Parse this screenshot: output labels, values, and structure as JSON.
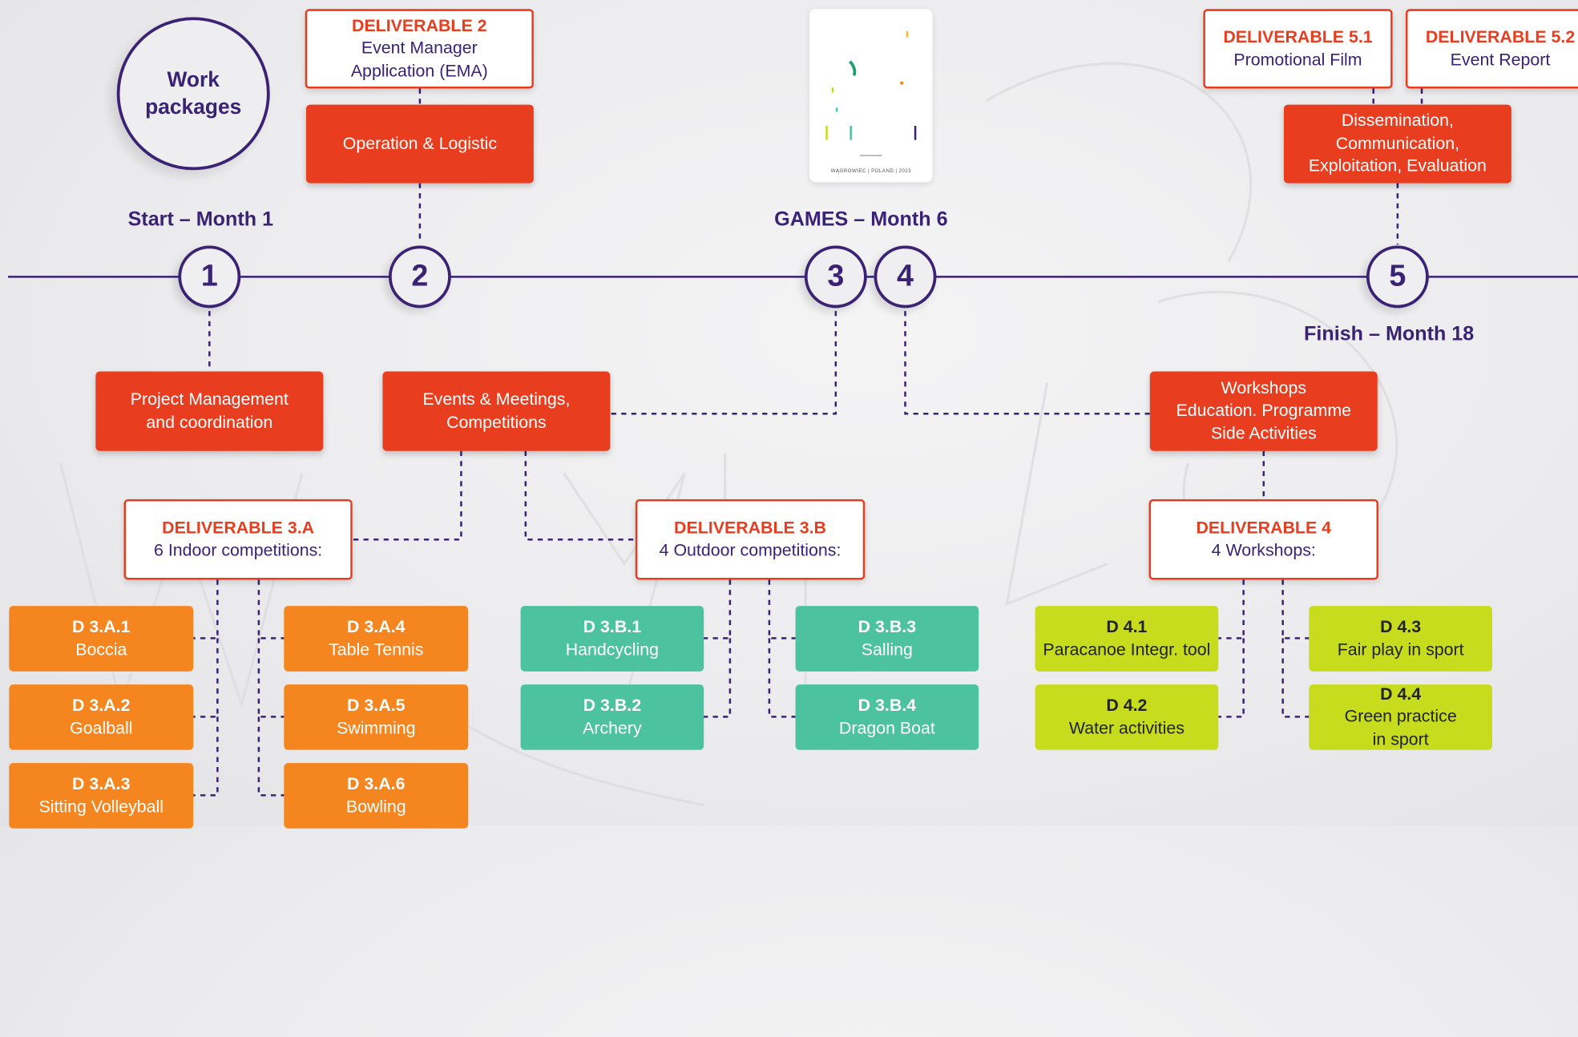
{
  "work_packages": {
    "line1": "Work",
    "line2": "packages"
  },
  "timeline": {
    "start_label": "Start – Month 1",
    "games_label": "GAMES – Month 6",
    "finish_label": "Finish – Month 18",
    "milestones": [
      "1",
      "2",
      "3",
      "4",
      "5"
    ]
  },
  "logo": {
    "caption": "WĄGROWIEC | POLAND | 2023"
  },
  "packages": {
    "operation": "Operation & Logistic",
    "project_mgmt": [
      "Project Management",
      "and coordination"
    ],
    "events": [
      "Events & Meetings,",
      "Competitions"
    ],
    "workshops": [
      "Workshops",
      "Education. Programme",
      "Side Activities"
    ],
    "dissemination": [
      "Dissemination,",
      "Communication,",
      "Exploitation, Evaluation"
    ]
  },
  "deliverables": {
    "d2": {
      "title": "DELIVERABLE 2",
      "lines": [
        "Event Manager",
        "Application (EMA)"
      ]
    },
    "d51": {
      "title": "DELIVERABLE 5.1",
      "lines": [
        "Promotional Film"
      ]
    },
    "d52": {
      "title": "DELIVERABLE 5.2",
      "lines": [
        "Event Report"
      ]
    },
    "d3a": {
      "title": "DELIVERABLE 3.A",
      "lines": [
        "6 Indoor competitions:"
      ]
    },
    "d3b": {
      "title": "DELIVERABLE 3.B",
      "lines": [
        "4 Outdoor competitions:"
      ]
    },
    "d4": {
      "title": "DELIVERABLE 4",
      "lines": [
        "4 Workshops:"
      ]
    }
  },
  "indoor": [
    {
      "code": "D 3.A.1",
      "name": "Boccia"
    },
    {
      "code": "D 3.A.2",
      "name": "Goalball"
    },
    {
      "code": "D 3.A.3",
      "name": "Sitting Volleyball"
    },
    {
      "code": "D 3.A.4",
      "name": "Table Tennis"
    },
    {
      "code": "D 3.A.5",
      "name": "Swimming"
    },
    {
      "code": "D 3.A.6",
      "name": "Bowling"
    }
  ],
  "outdoor": [
    {
      "code": "D 3.B.1",
      "name": "Handcycling"
    },
    {
      "code": "D 3.B.2",
      "name": "Archery"
    },
    {
      "code": "D 3.B.3",
      "name": "Salling"
    },
    {
      "code": "D 3.B.4",
      "name": "Dragon Boat"
    }
  ],
  "workshops": [
    {
      "code": "D 4.1",
      "name": "Paracanoe Integr. tool"
    },
    {
      "code": "D 4.2",
      "name": "Water activities"
    },
    {
      "code": "D 4.3",
      "name": "Fair play in sport"
    },
    {
      "code": "D 4.4",
      "name": "Green practice",
      "name2": "in sport"
    }
  ],
  "colors": {
    "navy": "#3a2274",
    "red": "#e83e1f",
    "orange": "#f5861f",
    "teal": "#4cc39e",
    "lime": "#c6dc1d"
  }
}
